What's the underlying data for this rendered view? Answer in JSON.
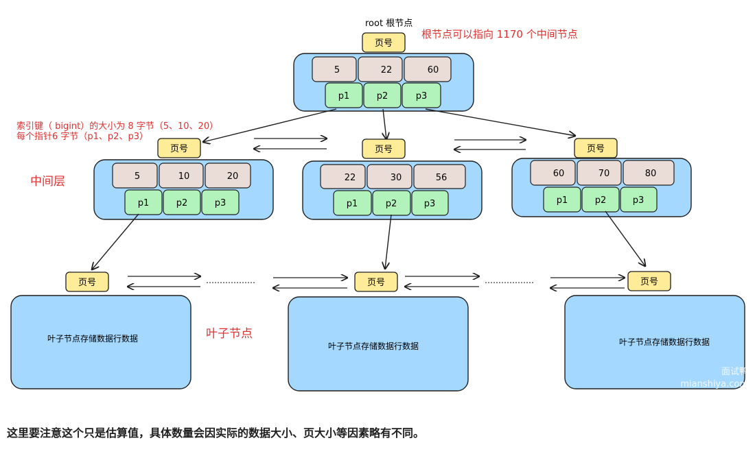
{
  "root_label": "root 根节点",
  "root_note": "根节点可以指向 1170 个中间节点",
  "index_note_line1": "索引键（ bigint）的大小为 8 字节（5、10、20）",
  "index_note_line2": "每个指针6 字节（p1、p2、p3）",
  "middle_layer_label": "中间层",
  "leaf_layer_label": "叶子节点",
  "page_label": "页号",
  "leaf_text": "叶子节点存储数据行数据",
  "dots": "………………",
  "root_node": {
    "keys": [
      "5",
      "22",
      "60"
    ],
    "pointers": [
      "p1",
      "p2",
      "p3"
    ]
  },
  "middle_nodes": [
    {
      "keys": [
        "5",
        "10",
        "20"
      ],
      "pointers": [
        "p1",
        "p2",
        "p3"
      ]
    },
    {
      "keys": [
        "22",
        "30",
        "56"
      ],
      "pointers": [
        "p1",
        "p2",
        "p3"
      ]
    },
    {
      "keys": [
        "60",
        "70",
        "80"
      ],
      "pointers": [
        "p1",
        "p2",
        "p3"
      ]
    }
  ],
  "caption": "这里要注意这个只是估算值，具体数量会因实际的数据大小、页大小等因素略有不同。",
  "watermark_line1": "面试鸭",
  "watermark_line2": "mianshiya.com",
  "colors": {
    "node_fill": "#a5d8ff",
    "key_fill": "#eaddd7",
    "pointer_fill": "#b2f2bb",
    "page_fill": "#ffec99",
    "red_text": "#e03131",
    "stroke": "#1e1e1e"
  }
}
